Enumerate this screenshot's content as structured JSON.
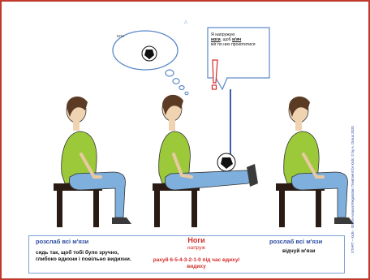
{
  "thought_bubble": {
    "label": "М'яч"
  },
  "speech_bubble": {
    "text_before": "Я напружую",
    "legs_word": "ноги",
    "text_mid": ", щоб",
    "ball_word": "м'яч",
    "text_after": "міг по них прокотитися"
  },
  "caption": {
    "left_title": "розслаб всі м'язи",
    "left_body": "сядь так, щоб тобі було зручно, глибоко вдихни і повільно видихни.",
    "mid_title": "Ноги",
    "mid_sub": "напруж",
    "mid_count": "рахуй 6-5-4-3-2-1-0 під час вдиху/видиху",
    "right_title": "розслаб всі м'язи",
    "right_body": "відчуй м'язи"
  },
  "side_credit": "START – Kids - Stress-Arousal Regulation Treatment for Kids; © by A. Dixius 2020",
  "colors": {
    "frame": "#c0392b",
    "shirt": "#9cc93a",
    "jeans": "#7fb0dd",
    "chair": "#2a1c15",
    "accent_blue": "#2b4aa0",
    "accent_red": "#d42a2a"
  }
}
